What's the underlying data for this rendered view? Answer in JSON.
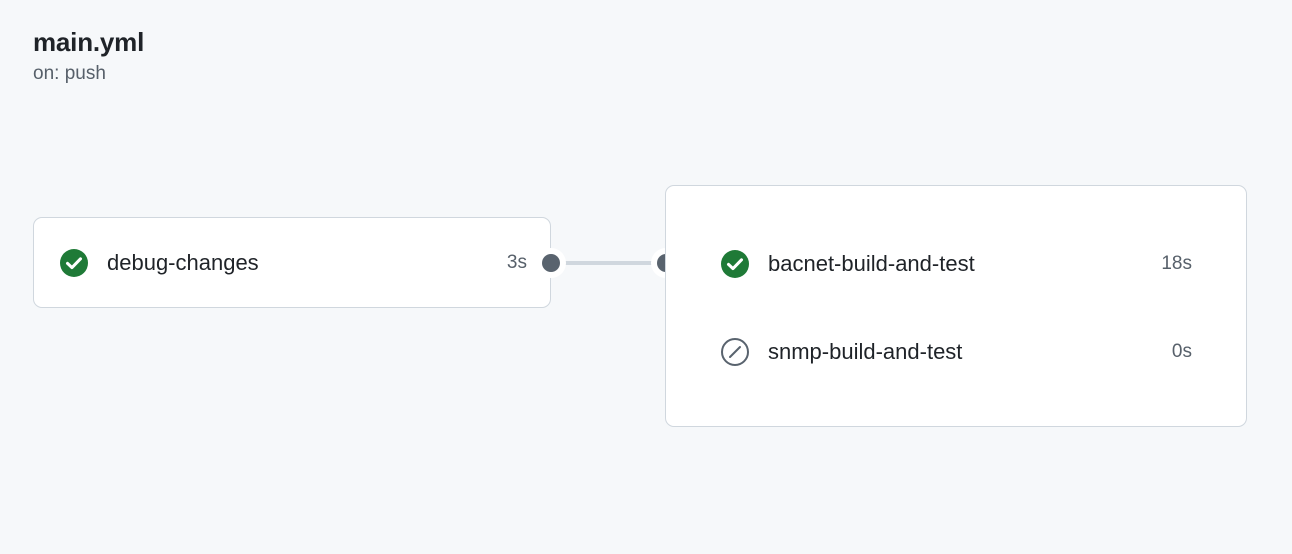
{
  "header": {
    "title": "main.yml",
    "subtitle": "on: push"
  },
  "colors": {
    "background": "#f6f8fa",
    "card_background": "#ffffff",
    "card_border": "#d0d7de",
    "text_primary": "#1f2328",
    "text_muted": "#57606a",
    "success_green": "#1f7a37",
    "connector_dot": "#59636e",
    "edge_line": "#d0d7de"
  },
  "graph": {
    "nodes": [
      {
        "id": "debug-changes",
        "jobs": [
          {
            "name": "debug-changes",
            "duration": "3s",
            "status": "success",
            "status_icon": "check-circle-icon"
          }
        ]
      },
      {
        "id": "build-group",
        "jobs": [
          {
            "name": "bacnet-build-and-test",
            "duration": "18s",
            "status": "success",
            "status_icon": "check-circle-icon"
          },
          {
            "name": "snmp-build-and-test",
            "duration": "0s",
            "status": "skipped",
            "status_icon": "skipped-circle-icon"
          }
        ]
      }
    ],
    "edges": [
      {
        "from": "debug-changes",
        "to": "build-group",
        "source_handle": "connector-dot-source",
        "target_handle": "connector-dot-target"
      }
    ]
  }
}
